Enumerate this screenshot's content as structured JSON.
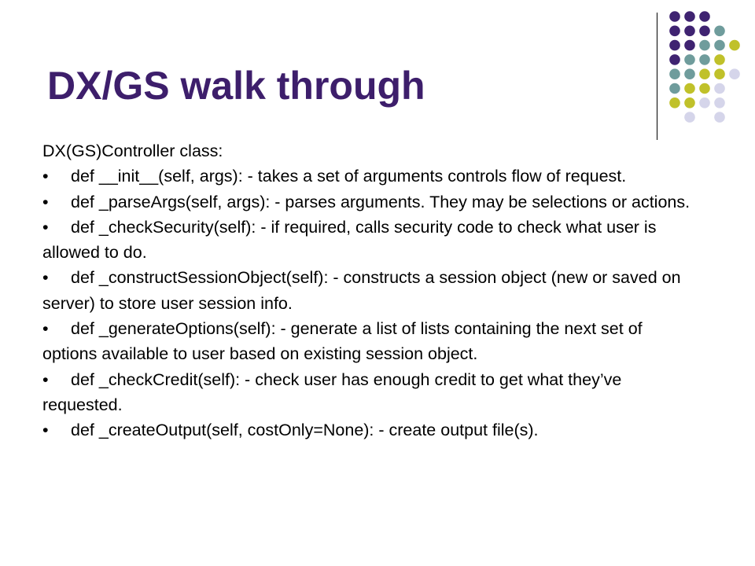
{
  "title": "DX/GS walk through",
  "intro": "DX(GS)Controller class:",
  "bullet_glyph": "•",
  "items": [
    "def __init__(self, args): - takes a set of arguments controls flow of request.",
    "def _parseArgs(self, args): - parses arguments. They may be selections or actions.",
    "def _checkSecurity(self): - if required, calls security code to check what user is allowed to do.",
    "def _constructSessionObject(self): - constructs a session object (new or saved on server) to store user session info.",
    "def _generateOptions(self): - generate a list of lists containing the next set of options available to user based on existing session object.",
    "def _checkCredit(self): - check user has enough credit to get what they’ve requested.",
    "def _createOutput(self, costOnly=None): - create output file(s)."
  ],
  "colors": {
    "title": "#3d1e6b",
    "purple": "#3f2371",
    "teal": "#6f9c9c",
    "olive": "#c0c12a",
    "lavender": "#d5d5ea"
  },
  "dot_grid": [
    [
      "purple",
      "purple",
      "purple",
      "",
      ""
    ],
    [
      "purple",
      "purple",
      "purple",
      "teal",
      ""
    ],
    [
      "purple",
      "purple",
      "teal",
      "teal",
      "olive"
    ],
    [
      "purple",
      "teal",
      "teal",
      "olive",
      ""
    ],
    [
      "teal",
      "teal",
      "olive",
      "olive",
      "lavender"
    ],
    [
      "teal",
      "olive",
      "olive",
      "lavender",
      ""
    ],
    [
      "olive",
      "olive",
      "lavender",
      "lavender",
      ""
    ],
    [
      "",
      "lavender",
      "",
      "lavender",
      ""
    ]
  ]
}
